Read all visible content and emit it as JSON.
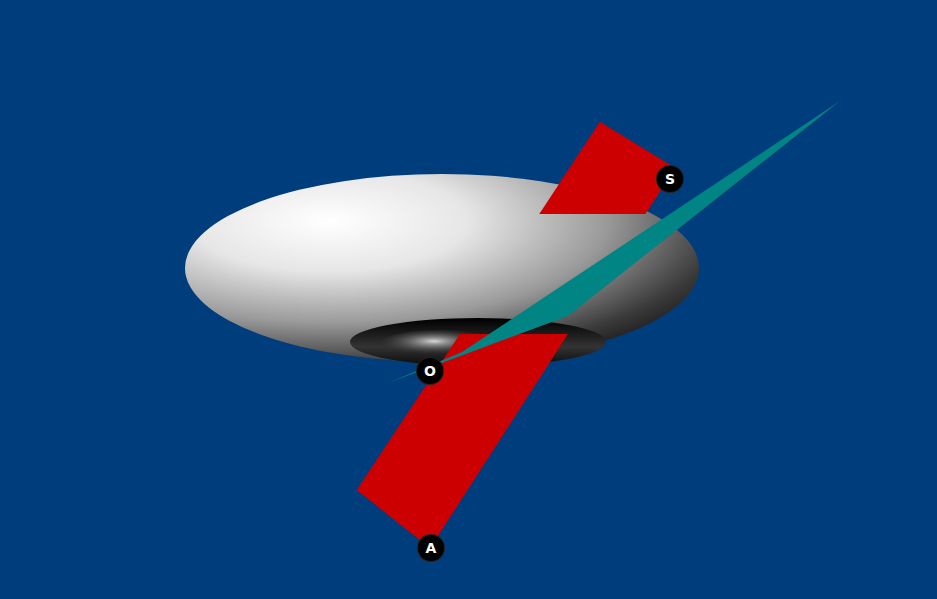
{
  "diagram": {
    "nodes": [
      {
        "text": [
          "S"
        ]
      },
      {
        "text": [
          "O"
        ]
      },
      {
        "text": [
          "A"
        ]
      }
    ]
  }
}
